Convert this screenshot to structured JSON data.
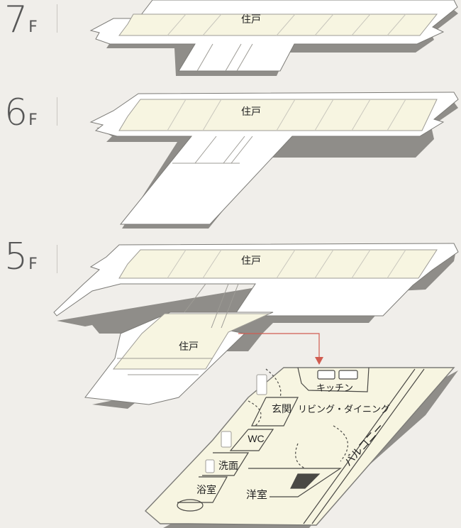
{
  "floors": [
    {
      "number": "7",
      "unit": "F",
      "unit_label": "住戸"
    },
    {
      "number": "6",
      "unit": "F",
      "unit_label": "住戸"
    },
    {
      "number": "5",
      "unit": "F",
      "unit_label": "住戸",
      "unit_label_2": "住戸"
    }
  ],
  "rooms": {
    "kitchen": "キッチン",
    "living": "リビング・ダイニング",
    "entrance": "玄関",
    "wc": "WC",
    "washroom": "洗面",
    "bath": "浴室",
    "western_room": "洋室",
    "balcony": "バルコニー"
  },
  "colors": {
    "background": "#f0eeea",
    "unit_fill": "#f7f5e1",
    "plan_fill": "#ffffff",
    "shadow": "#8f8d89",
    "outline": "#7c7b77",
    "pointer": "#d05c50"
  }
}
